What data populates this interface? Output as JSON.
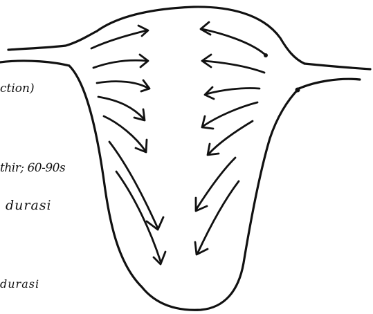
{
  "labels": {
    "fragment_1": "ction)",
    "fragment_2": "thir; 60-90s",
    "fragment_3": "durasi",
    "fragment_4": "durasi"
  },
  "colors": {
    "ink": "#111111",
    "paper": "#ffffff"
  }
}
